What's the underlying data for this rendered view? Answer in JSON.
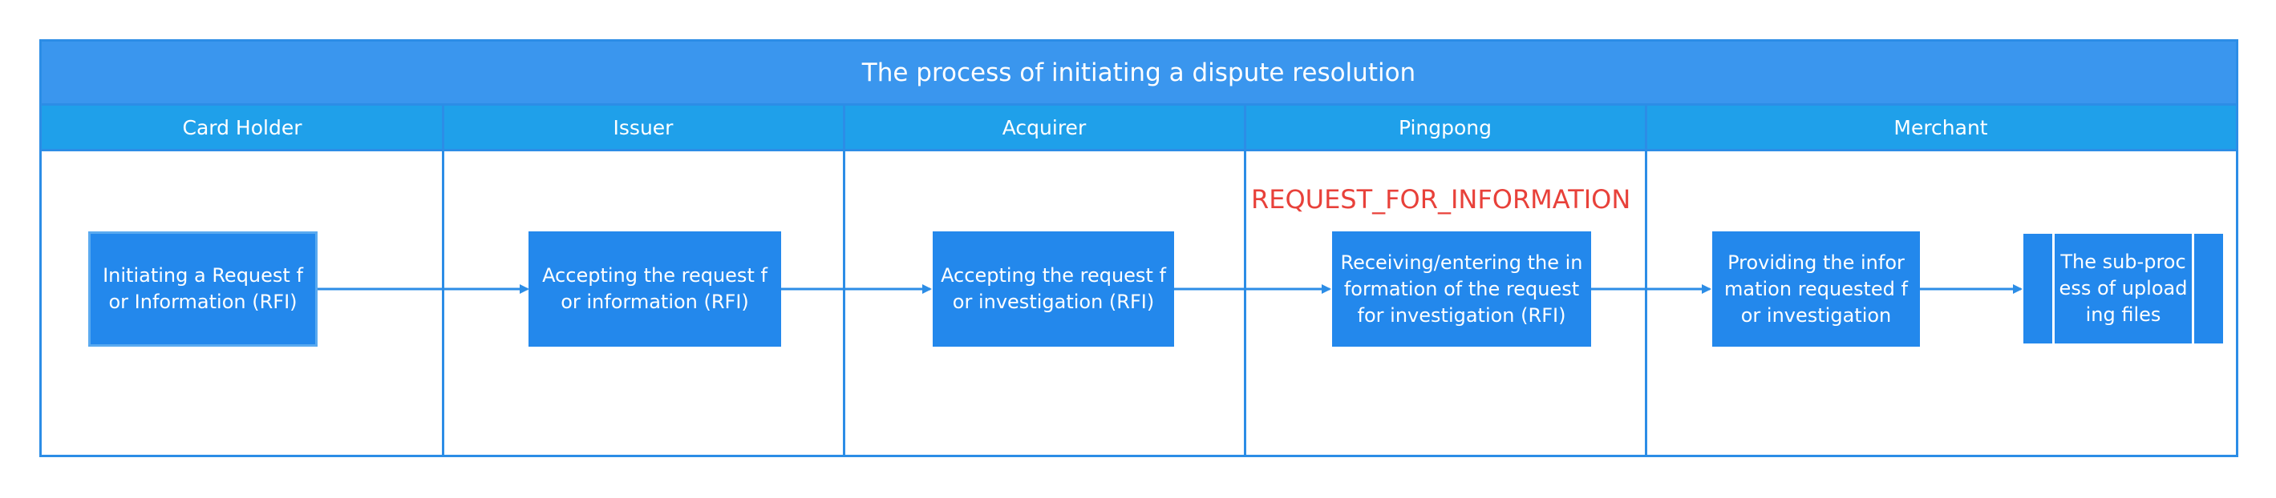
{
  "diagram": {
    "title": "The process of initiating a dispute resolution",
    "lanes": [
      {
        "label": "Card Holder"
      },
      {
        "label": "Issuer"
      },
      {
        "label": "Acquirer"
      },
      {
        "label": "Pingpong"
      },
      {
        "label": "Merchant"
      }
    ],
    "annotation": "REQUEST_FOR_INFORMATION",
    "tasks": [
      {
        "label": "Initiating a Request for Information (RFI)"
      },
      {
        "label": "Accepting the request for information (RFI)"
      },
      {
        "label": "Accepting the request for investigation (RFI)"
      },
      {
        "label": "Receiving/entering the information of the request for investigation (RFI)"
      },
      {
        "label": "Providing the information requested for investigation"
      },
      {
        "label": "The sub-process of uploading files"
      }
    ],
    "colors": {
      "title_bg": "#3a96ee",
      "lane_header_bg": "#1fa0ea",
      "task_bg": "#2388ec",
      "border": "#2c8de6",
      "annotation": "#e8413a"
    }
  }
}
